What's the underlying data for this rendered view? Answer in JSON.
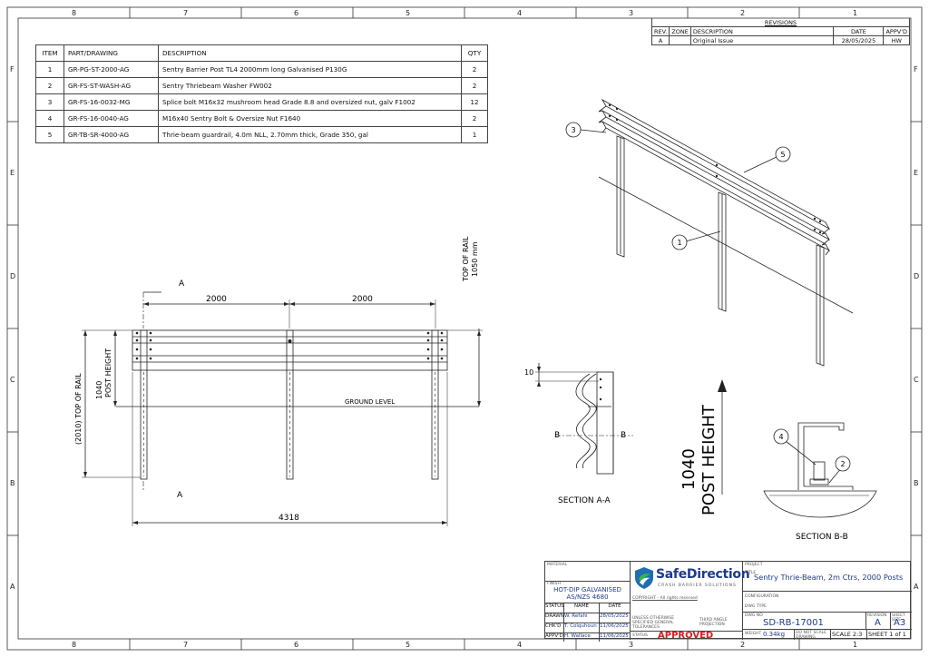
{
  "zones": {
    "columns": [
      "8",
      "7",
      "6",
      "5",
      "4",
      "3",
      "2",
      "1"
    ],
    "rows": [
      "F",
      "E",
      "D",
      "C",
      "B",
      "A"
    ]
  },
  "bom": {
    "headers": [
      "ITEM",
      "PART/DRAWING",
      "DESCRIPTION",
      "QTY"
    ],
    "rows": [
      {
        "item": "1",
        "part": "GR-PG-ST-2000-AG",
        "desc": "Sentry Barrier Post TL4 2000mm long Galvanised P130G",
        "qty": "2"
      },
      {
        "item": "2",
        "part": "GR-FS-ST-WASH-AG",
        "desc": "Sentry Thriebeam Washer FW002",
        "qty": "2"
      },
      {
        "item": "3",
        "part": "GR-FS-16-0032-MG",
        "desc": "Splice bolt M16x32 mushroom head Grade 8.8 and oversized nut, galv F1002",
        "qty": "12"
      },
      {
        "item": "4",
        "part": "GR-FS-16-0040-AG",
        "desc": "M16x40 Sentry Bolt & Oversize Nut F1640",
        "qty": "2"
      },
      {
        "item": "5",
        "part": "GR-TB-SR-4000-AG",
        "desc": "Thrie-beam guardrail, 4.0m NLL, 2.70mm thick, Grade 350, gal",
        "qty": "1"
      }
    ]
  },
  "revisions": {
    "title": "REVISIONS",
    "headers": [
      "REV.",
      "ZONE",
      "DESCRIPTION",
      "DATE",
      "APPV'D"
    ],
    "rows": [
      {
        "rev": "A",
        "zone": "",
        "desc": "Original Issue",
        "date": "28/05/2025",
        "appvd": "HW"
      }
    ]
  },
  "elevation": {
    "section_mark": "A",
    "dim_span_left": "2000",
    "dim_span_right": "2000",
    "dim_total": "4318",
    "dim_rail_top": "(2010) TOP OF RAIL",
    "dim_post_height_value": "1040",
    "dim_post_height_label": "POST HEIGHT",
    "rail_height_label": "TOP OF RAIL",
    "rail_height_value": "1050 mm",
    "ground_label": "GROUND LEVEL"
  },
  "section_aa": {
    "title": "SECTION  A-A",
    "dim": "10",
    "mark": "B"
  },
  "post_height_label": {
    "value": "1040",
    "label": "POST HEIGHT"
  },
  "section_bb": {
    "title": "SECTION  B-B"
  },
  "balloons": [
    "1",
    "2",
    "3",
    "4",
    "5"
  ],
  "title_block": {
    "material_label": "MATERIAL",
    "finish_label": "FINISH",
    "finish_value_1": "HOT-DIP GALVANISED",
    "finish_value_2": "AS/NZS 4680",
    "status_label": "STATUS",
    "name_label": "NAME",
    "date_label": "DATE",
    "drawn_label": "DRAWN",
    "drawn_name": "W. Refahi",
    "drawn_date": "28/05/2025",
    "chkd_label": "CHK'D",
    "chkd_name": "T. Colquhoun",
    "chkd_date": "11/06/2025",
    "appvd_label": "APPV'D",
    "appvd_name": "H. Wallace",
    "appvd_date": "11/06/2025",
    "company_name": "SafeDirection",
    "company_tagline": "CRASH BARRIER SOLUTIONS",
    "copyright": "COPYRIGHT - All rights reserved",
    "tolerance": "UNLESS OTHERWISE SPECIFIED GENERAL TOLERANCES",
    "projection": "THIRD ANGLE PROJECTION",
    "status_value": "APPROVED",
    "project_label": "PROJECT",
    "title_label": "TITLE",
    "title_value": "Sentry Thrie-Beam, 2m Ctrs, 2000 Posts",
    "config_label": "CONFIGURATION",
    "dwg_type_label": "DWG TYPE",
    "dwg_no_label": "DWG NO",
    "dwg_no": "SD-RB-17001",
    "rev_label": "REVISION",
    "rev_value": "A",
    "size_label": "SHEET SIZE",
    "size_value": "A3",
    "weight_label": "WEIGHT",
    "weight_value": "0.34kg",
    "noscale": "DO NOT SCALE DRAWING",
    "scale": "SCALE 2:3",
    "sheet": "SHEET 1 of 1"
  }
}
